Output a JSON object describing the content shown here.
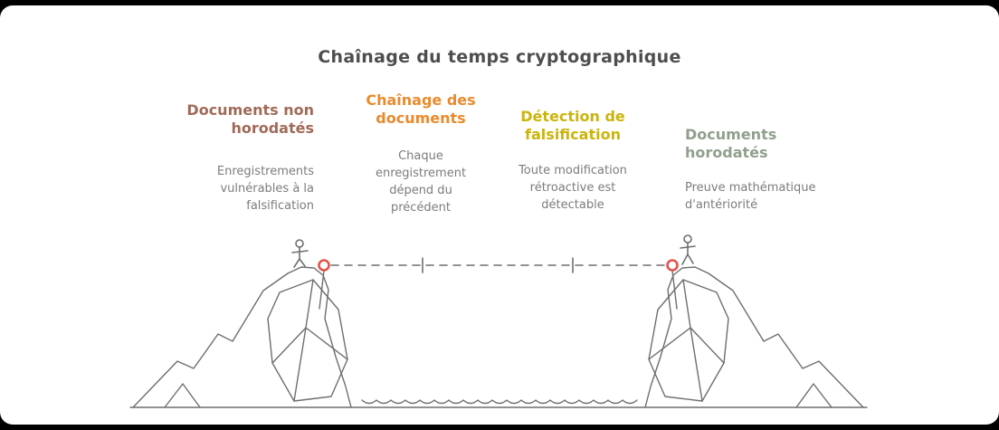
{
  "title": "Chaînage du temps cryptographique",
  "columns": [
    {
      "id": "documents-non-horodates",
      "color": "#a06a58",
      "heading_lines": [
        "Documents non",
        "horodatés"
      ],
      "body_lines": [
        "Enregistrements",
        "vulnérables à la",
        "falsification",
        ""
      ]
    },
    {
      "id": "chainage-des-documents",
      "color": "#e98b2d",
      "heading_lines": [
        "Chaînage des",
        "documents"
      ],
      "body_lines": [
        "Chaque",
        "enregistrement",
        "dépend du",
        "précédent"
      ]
    },
    {
      "id": "detection-de-falsification",
      "color": "#cbb40c",
      "heading_lines": [
        "Détection de",
        "falsification"
      ],
      "body_lines": [
        "Toute modification",
        "rétroactive est",
        "détectable",
        ""
      ]
    },
    {
      "id": "documents-horodates",
      "color": "#90a08b",
      "heading_lines": [
        "Documents",
        "horodatés"
      ],
      "body_lines": [
        "Preuve mathématique",
        "d'antériorité",
        "",
        ""
      ]
    }
  ],
  "illustration": {
    "stroke_color": "#6e6e6e",
    "anchor_color": "#e1544b",
    "elements": [
      "left-cliff",
      "left-boulder",
      "left-climber",
      "right-cliff",
      "right-boulder",
      "right-climber",
      "timeline-dashed-rope",
      "anchor-rings",
      "water-waves",
      "ground-line"
    ]
  }
}
